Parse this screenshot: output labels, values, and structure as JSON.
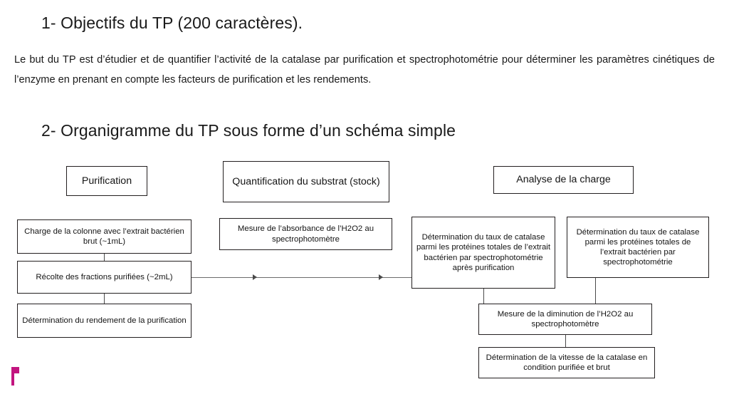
{
  "document": {
    "heading_1": "1- Objectifs du TP (200 caractères).",
    "paragraph": "Le but du TP est d’étudier et de quantifier l’activité de la catalase par purification et spectrophotométrie pour déterminer les paramètres cinétiques de l’enzyme en prenant en compte les facteurs de purification et les rendements.",
    "heading_2": "2- Organigramme du TP sous forme d’un schéma simple"
  },
  "flowchart": {
    "titles": {
      "purification": "Purification",
      "quantification": "Quantification du substrat (stock)",
      "analyse": "Analyse de la charge"
    },
    "nodes": {
      "charge_colonne": "Charge de la colonne avec l’extrait bactérien brut (~1mL)",
      "recolte_fractions": "Récolte des fractions purifiées (~2mL)",
      "determination_rendement": "Détermination du rendement de la purification",
      "mesure_absorbance": "Mesure de l’absorbance de l’H2O2 au spectrophotomètre",
      "taux_catalase_apres_purification": "Détermination du taux de catalase parmi les protéines totales de l’extrait bactérien par spectrophotométrie après purification",
      "taux_catalase_brut": "Détermination du taux de catalase parmi les protéines totales de l’extrait bactérien par spectrophotométrie",
      "mesure_diminution": "Mesure de la diminution de l’H2O2 au spectrophotomètre",
      "determination_vitesse": "Détermination de la vitesse de la catalase en condition purifiée et brut"
    }
  },
  "marks": {
    "cursor_color": "#c2147f"
  }
}
